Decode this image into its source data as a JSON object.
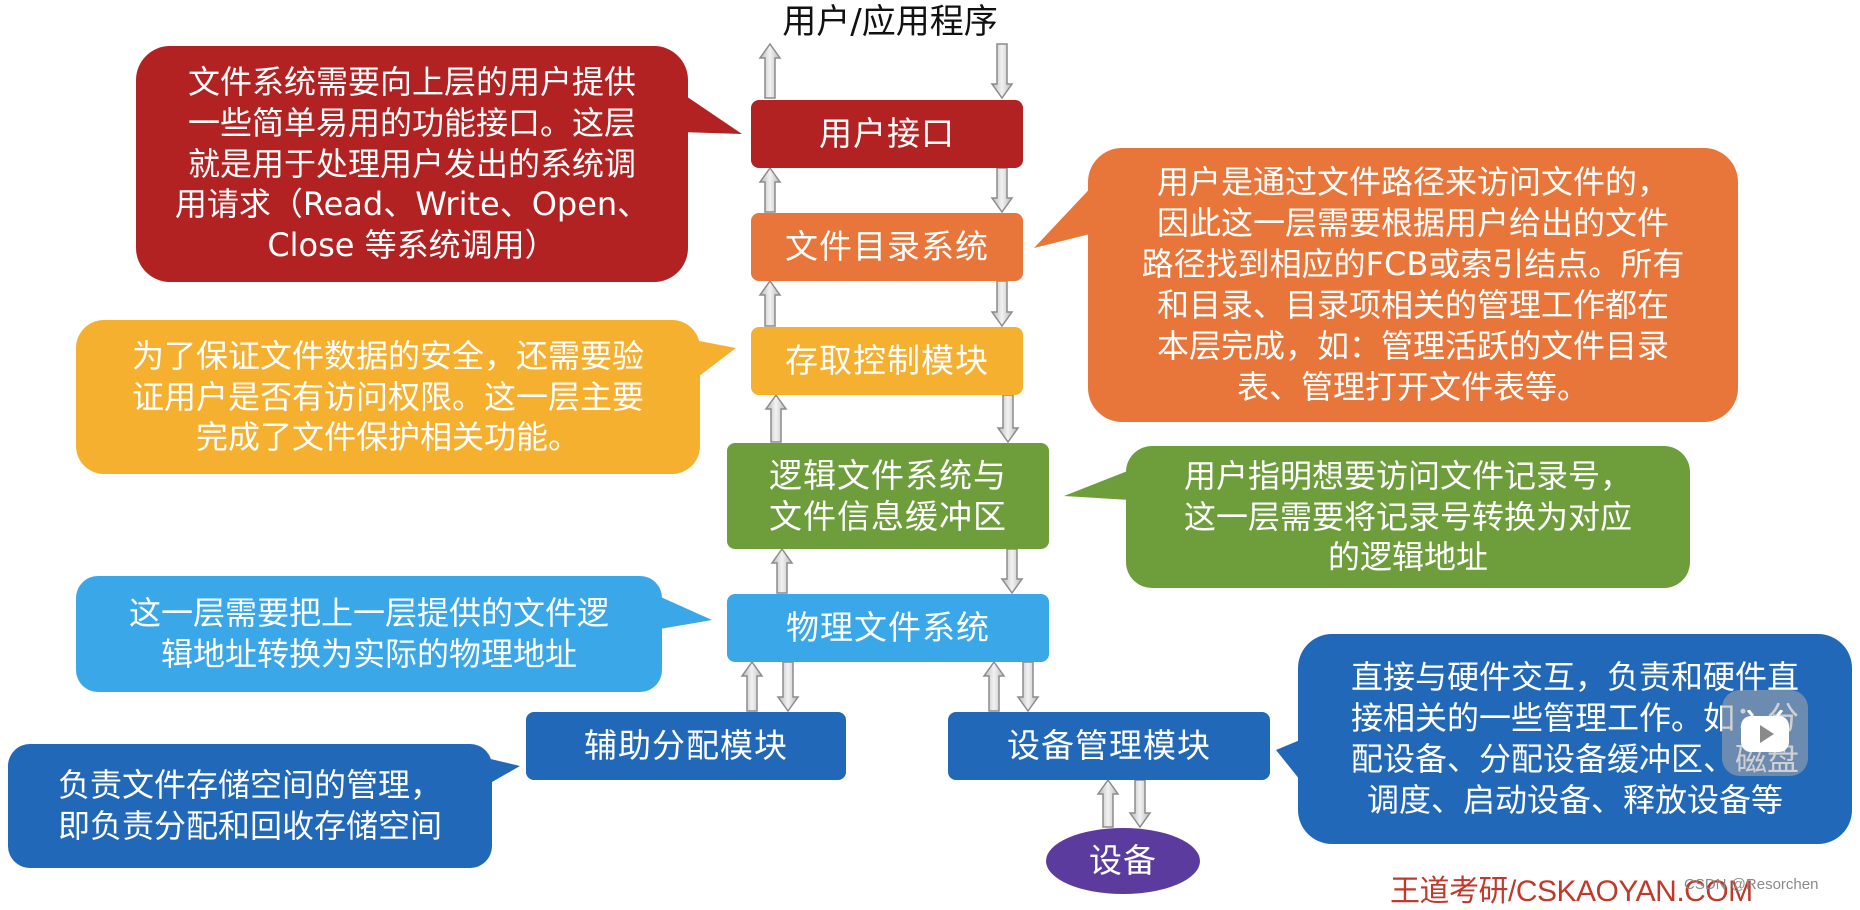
{
  "title": "用户/应用程序",
  "layers": [
    {
      "id": "user-interface",
      "label": "用户接口",
      "color": "#b22222"
    },
    {
      "id": "directory-system",
      "label": "文件目录系统",
      "color": "#e8763a"
    },
    {
      "id": "access-control",
      "label": "存取控制模块",
      "color": "#f5b030"
    },
    {
      "id": "logical-fs",
      "label": "逻辑文件系统与\n文件信息缓冲区",
      "color": "#6e9e3c"
    },
    {
      "id": "physical-fs",
      "label": "物理文件系统",
      "color": "#3aa8e8"
    },
    {
      "id": "alloc-module",
      "label": "辅助分配模块",
      "color": "#2168b8"
    },
    {
      "id": "device-mgmt",
      "label": "设备管理模块",
      "color": "#2168b8"
    },
    {
      "id": "device",
      "label": "设备",
      "color": "#5b3b9e"
    }
  ],
  "callouts": [
    {
      "id": "user-interface-note",
      "text": "文件系统需要向上层的用户提供\n一些简单易用的功能接口。这层\n就是用于处理用户发出的系统调\n用请求（Read、Write、Open、\nClose 等系统调用）",
      "color": "#b22222"
    },
    {
      "id": "directory-note",
      "text": "用户是通过文件路径来访问文件的，\n因此这一层需要根据用户给出的文件\n路径找到相应的FCB或索引结点。所有\n和目录、目录项相关的管理工作都在\n本层完成，如：管理活跃的文件目录\n表、管理打开文件表等。",
      "color": "#e8763a"
    },
    {
      "id": "access-control-note",
      "text": "为了保证文件数据的安全，还需要验\n证用户是否有访问权限。这一层主要\n完成了文件保护相关功能。",
      "color": "#f5b030"
    },
    {
      "id": "logical-fs-note",
      "text": "用户指明想要访问文件记录号，\n这一层需要将记录号转换为对应\n的逻辑地址",
      "color": "#6e9e3c"
    },
    {
      "id": "physical-fs-note",
      "text": "这一层需要把上一层提供的文件逻\n辑地址转换为实际的物理地址",
      "color": "#3aa8e8"
    },
    {
      "id": "alloc-note",
      "text": "负责文件存储空间的管理，\n即负责分配和回收存储空间",
      "color": "#2168b8"
    },
    {
      "id": "device-note",
      "text": "直接与硬件交互，负责和硬件直\n接相关的一些管理工作。如：分\n配设备、分配设备缓冲区、磁盘\n调度、启动设备、释放设备等",
      "color": "#2168b8"
    }
  ],
  "brand": "王道考研/CSKAOYAN.COM",
  "watermark": "CSDN @Resorchen",
  "icons": {
    "video": "play-icon"
  }
}
